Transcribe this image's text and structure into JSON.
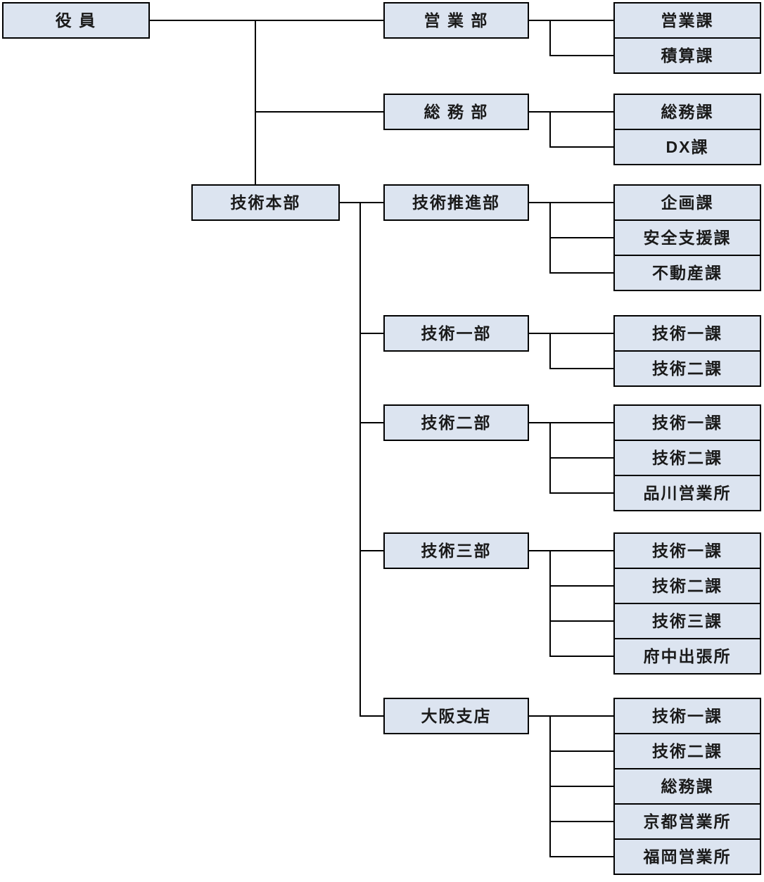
{
  "colors": {
    "page_background": "#ffffff",
    "box_fill": "#dce4f0",
    "box_border": "#000000",
    "connector": "#000000",
    "text": "#1a1a1a"
  },
  "org": {
    "root": {
      "label": "役 員"
    },
    "level2": [
      {
        "label": "営 業 部",
        "children": [
          {
            "label": "営業課"
          },
          {
            "label": "積算課"
          }
        ]
      },
      {
        "label": "総 務 部",
        "children": [
          {
            "label": "総務課"
          },
          {
            "label": "DX課"
          }
        ]
      }
    ],
    "division": {
      "label": "技術本部",
      "departments": [
        {
          "label": "技術推進部",
          "children": [
            {
              "label": "企画課"
            },
            {
              "label": "安全支援課"
            },
            {
              "label": "不動産課"
            }
          ]
        },
        {
          "label": "技術一部",
          "children": [
            {
              "label": "技術一課"
            },
            {
              "label": "技術二課"
            }
          ]
        },
        {
          "label": "技術二部",
          "children": [
            {
              "label": "技術一課"
            },
            {
              "label": "技術二課"
            },
            {
              "label": "品川営業所"
            }
          ]
        },
        {
          "label": "技術三部",
          "children": [
            {
              "label": "技術一課"
            },
            {
              "label": "技術二課"
            },
            {
              "label": "技術三課"
            },
            {
              "label": "府中出張所"
            }
          ]
        },
        {
          "label": "大阪支店",
          "children": [
            {
              "label": "技術一課"
            },
            {
              "label": "技術二課"
            },
            {
              "label": "総務課"
            },
            {
              "label": "京都営業所"
            },
            {
              "label": "福岡営業所"
            }
          ]
        }
      ]
    }
  }
}
